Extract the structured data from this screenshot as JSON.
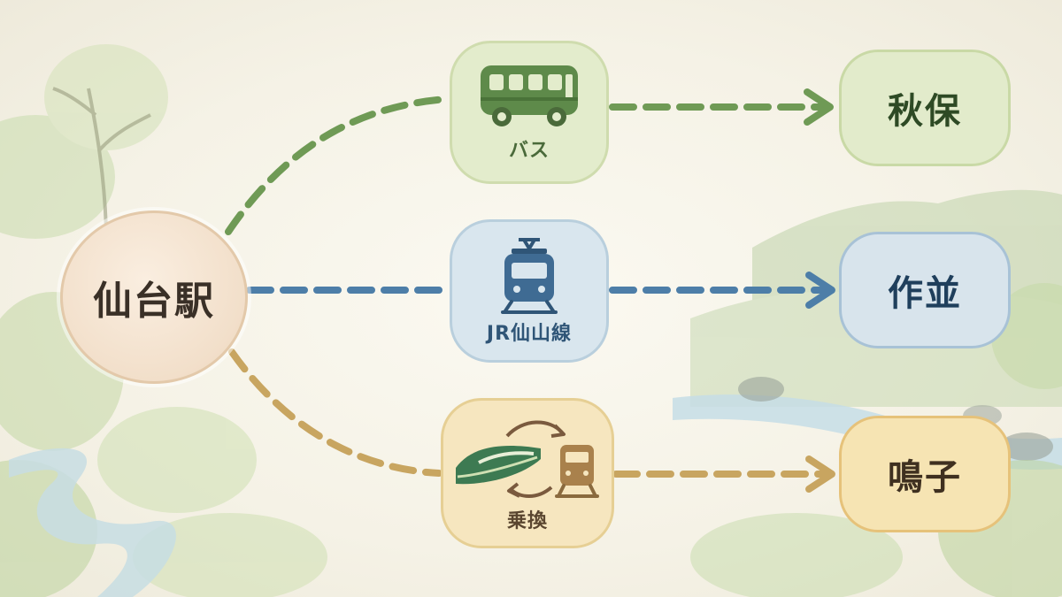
{
  "origin": {
    "label": "仙台駅"
  },
  "routes": [
    {
      "id": "bus",
      "mode_label": "バス",
      "icon": "bus-icon",
      "destination": "秋保",
      "color": "#6f9a55"
    },
    {
      "id": "jr",
      "mode_label": "JR仙山線",
      "icon": "train-icon",
      "destination": "作並",
      "color": "#4d7ea8"
    },
    {
      "id": "transfer",
      "mode_label": "乗換",
      "icon": "shinkansen-transfer-icon",
      "destination": "鳴子",
      "color": "#c8a560"
    }
  ]
}
